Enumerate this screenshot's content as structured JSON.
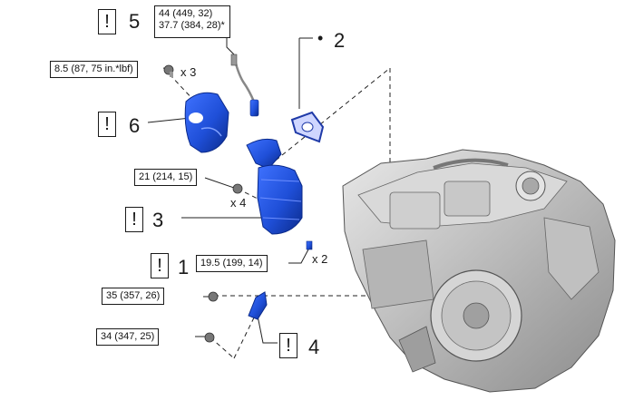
{
  "callouts": {
    "part5": {
      "number": "5",
      "mark": "!",
      "torque_1": "44 (449, 32)",
      "torque_2": "37.7 (384, 28)*"
    },
    "part2": {
      "number": "2",
      "mark": "•"
    },
    "part6": {
      "number": "6",
      "mark": "!"
    },
    "part3": {
      "number": "3",
      "mark": "!"
    },
    "part1": {
      "number": "1",
      "mark": "!"
    },
    "part4": {
      "number": "4",
      "mark": "!"
    }
  },
  "torques": {
    "heat_insulator_bolt": "8.5 (87, 75 in.*lbf)",
    "manifold_nut": "21 (214, 15)",
    "support_bolt": "19.5 (199, 14)",
    "bracket_bolt_upper": "35 (357, 26)",
    "bracket_bolt_lower": "34 (347, 25)"
  },
  "quantities": {
    "insulator_bolts": "x 3",
    "manifold_nuts": "x 4",
    "support_bolts": "x 2"
  },
  "colors": {
    "part_blue": "#1f4fd8",
    "part_dark": "#0b2a8a",
    "line": "#1a1a1a",
    "engine_gray": "#bdbdbd"
  }
}
